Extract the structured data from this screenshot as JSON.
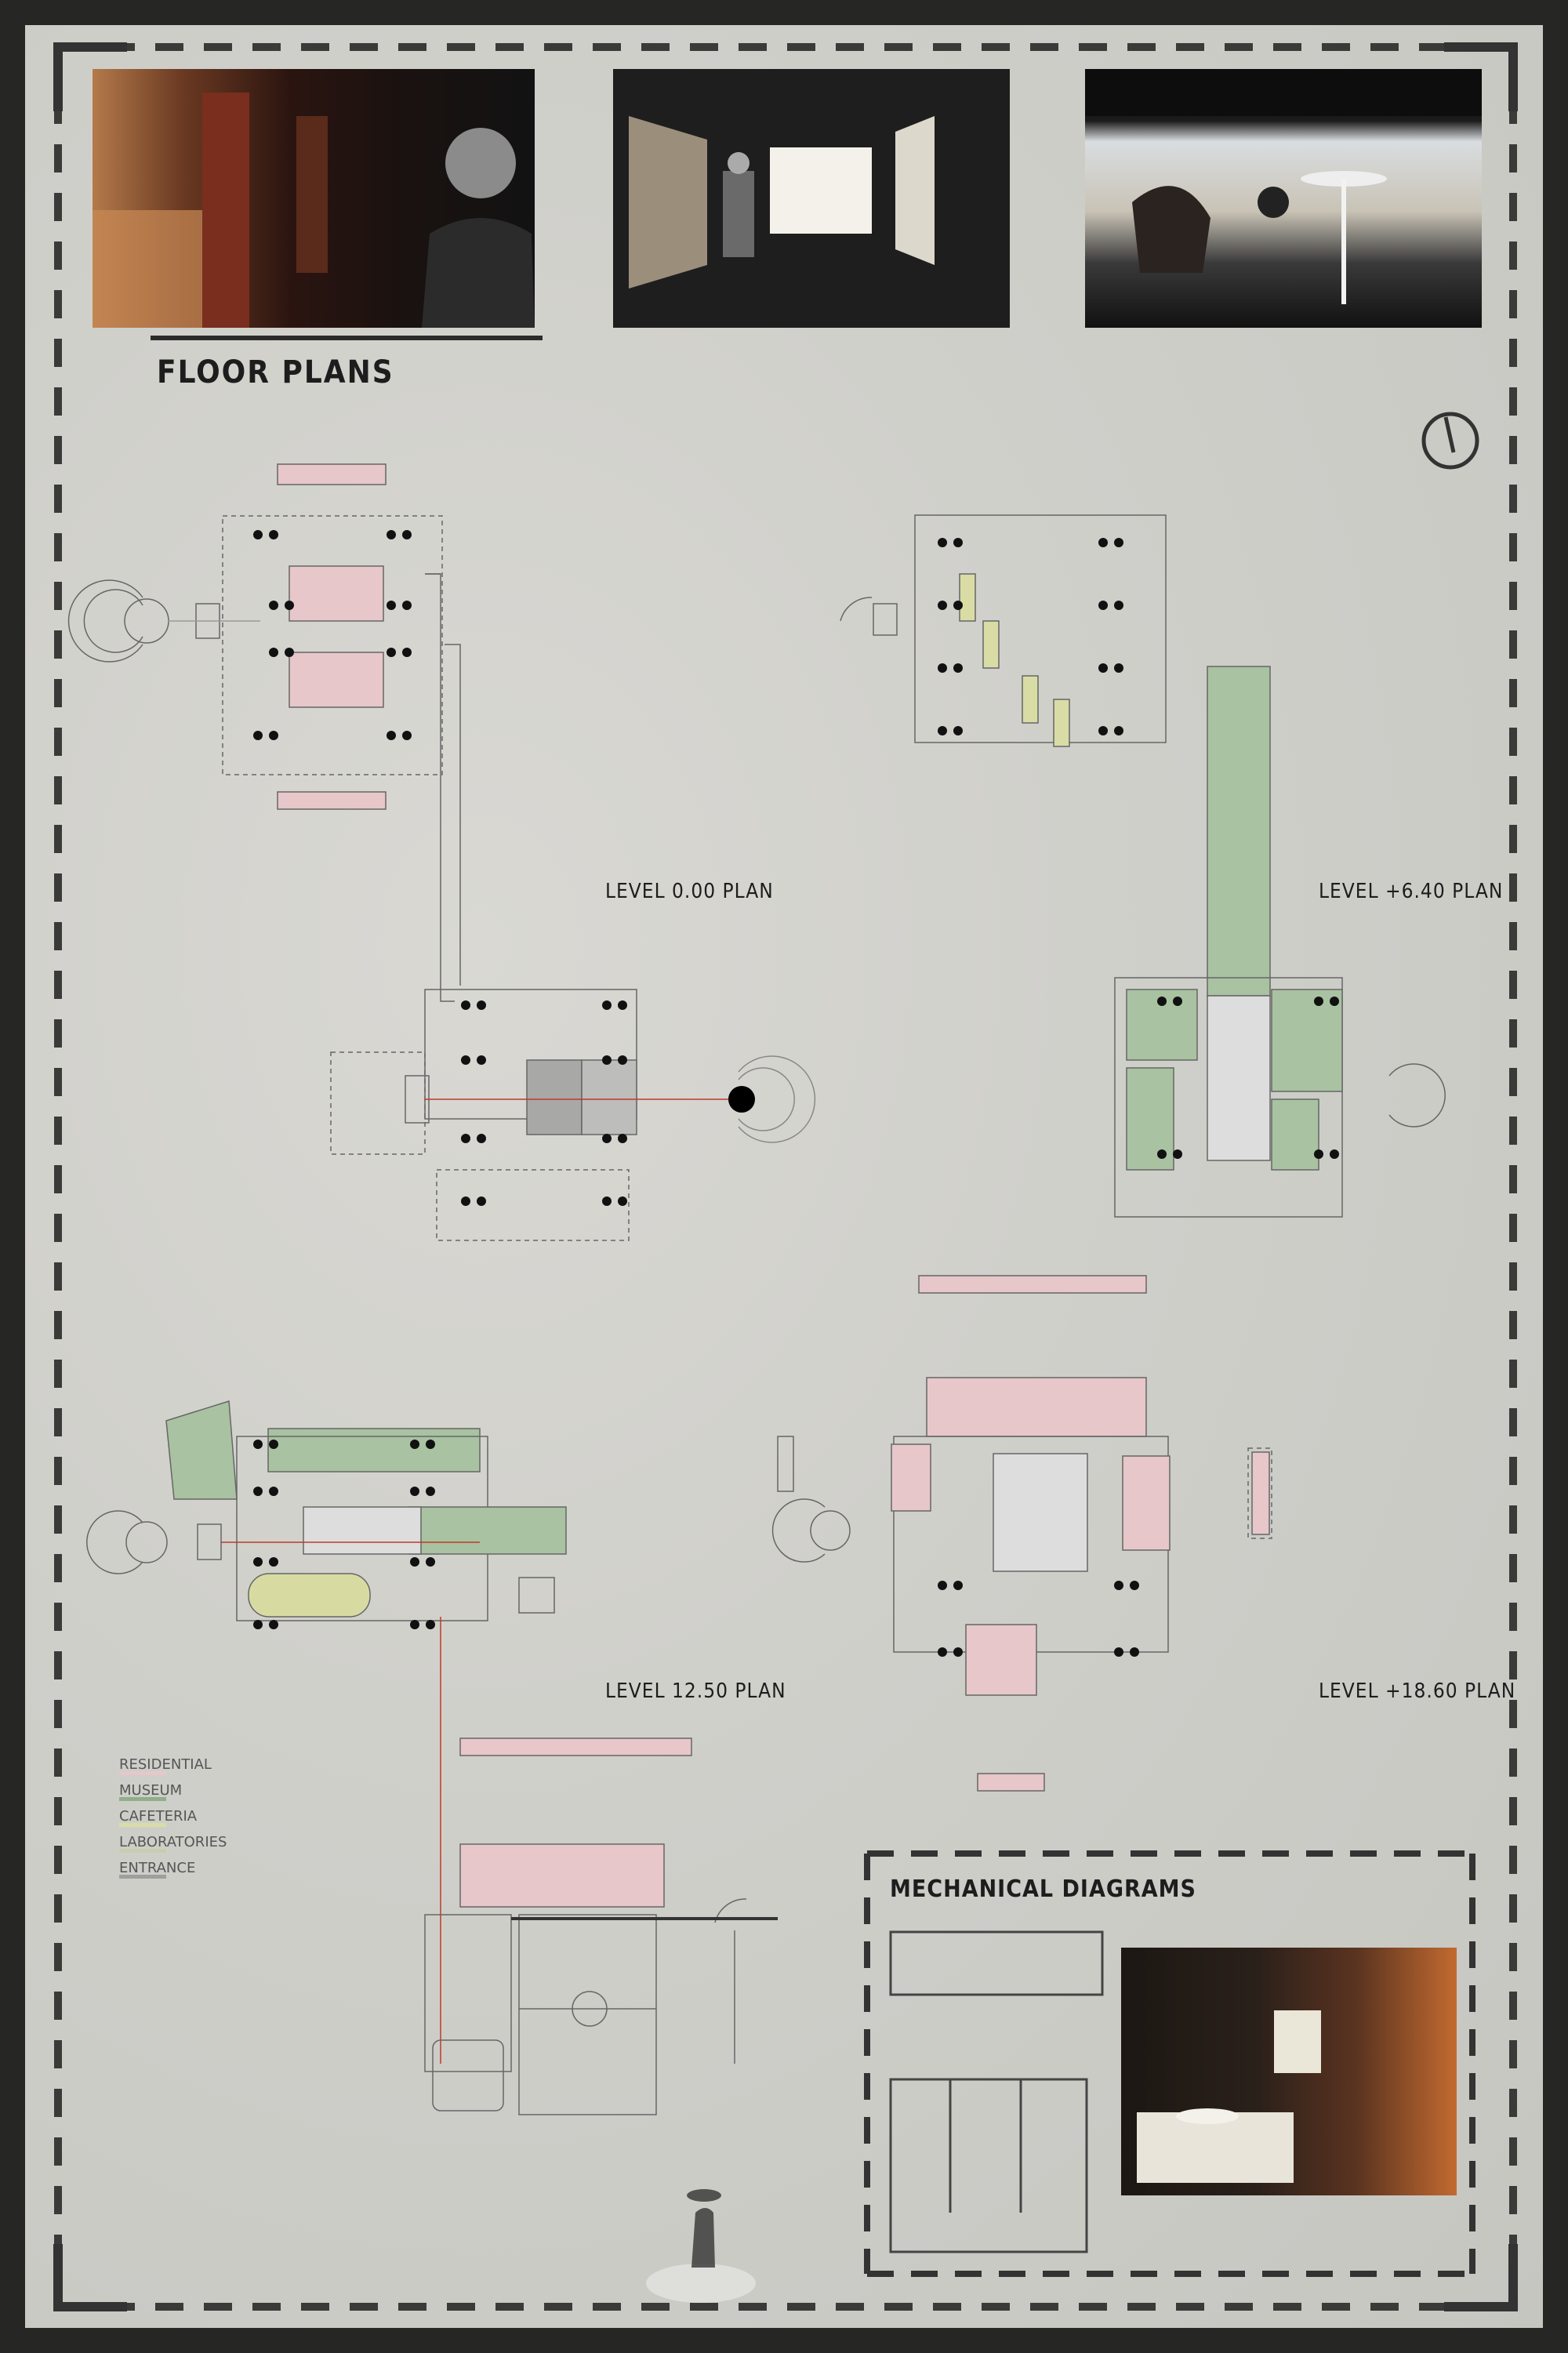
{
  "header": {
    "title": "FLOOR PLANS"
  },
  "plans": {
    "level_0": "LEVEL 0.00  PLAN",
    "level_640": "LEVEL +6.40  PLAN",
    "level_1250": "LEVEL 12.50  PLAN",
    "level_1860": "LEVEL +18.60  PLAN"
  },
  "legend": [
    {
      "label": "RESIDENTIAL",
      "color": "#e7c7c9"
    },
    {
      "label": "MUSEUM",
      "color": "#8fae8a"
    },
    {
      "label": "CAFETERIA",
      "color": "#d9dca5"
    },
    {
      "label": "LABORATORIES",
      "color": "#c9cdb0"
    },
    {
      "label": "ENTRANCE",
      "color": "#9e9e9e"
    }
  ],
  "mechanical": {
    "title": "MECHANICAL  DIAGRAMS"
  },
  "colors": {
    "residential": "#e7c7c9",
    "museum": "#a9c2a2",
    "cafeteria": "#d7dba2",
    "entrance": "#a8a8a6",
    "circulation": "#c0392b"
  }
}
